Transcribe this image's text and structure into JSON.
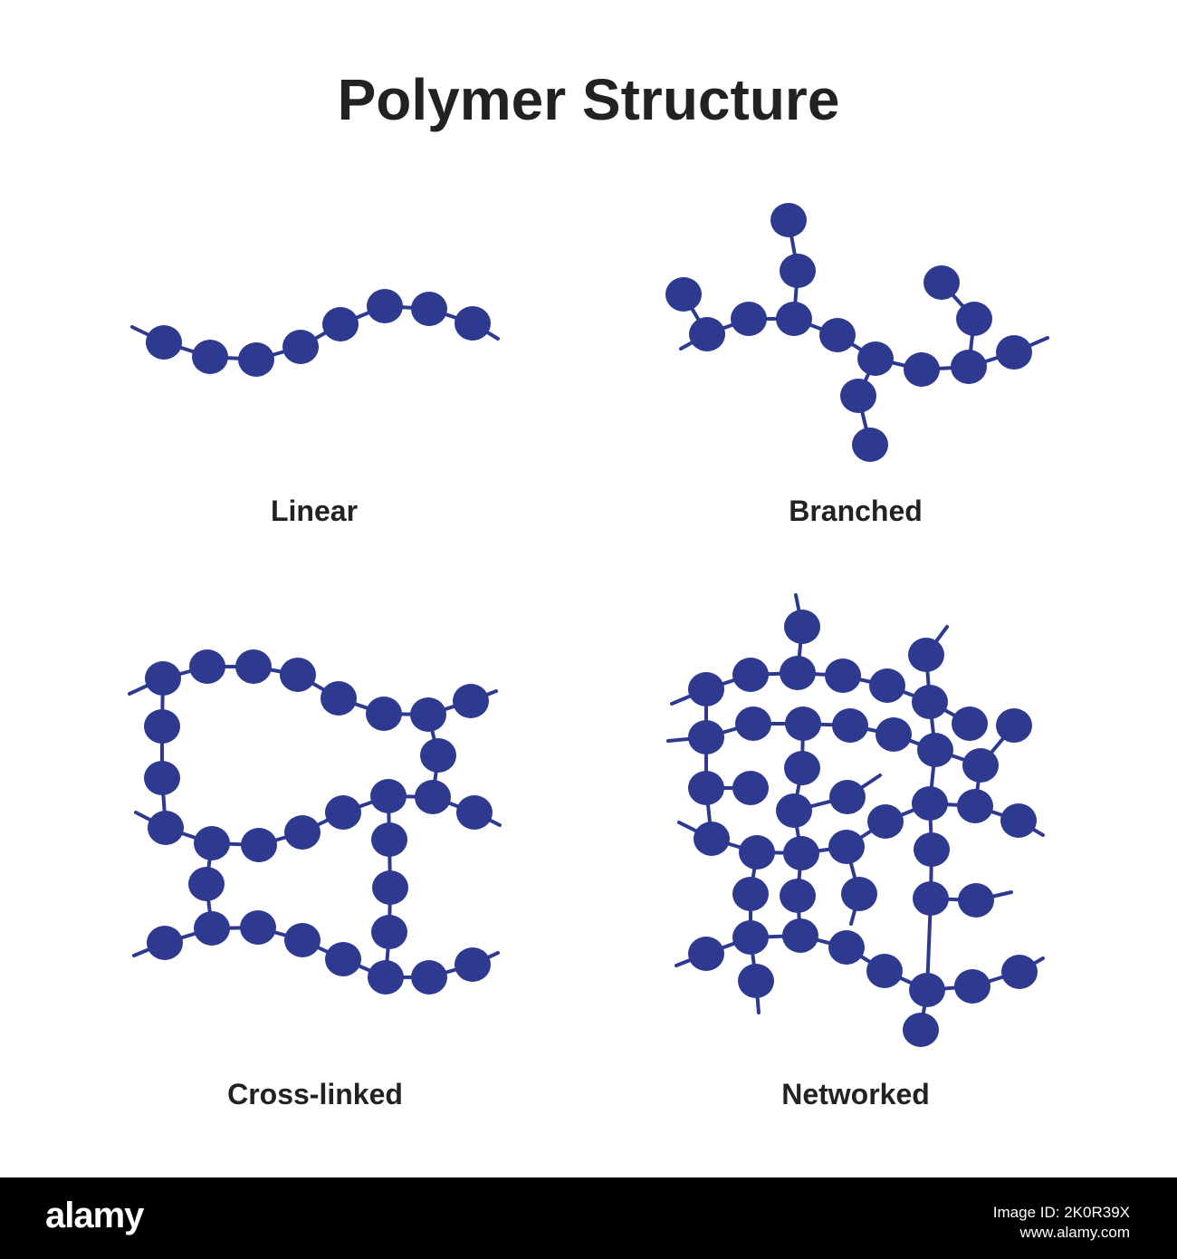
{
  "title": "Polymer Structure",
  "accent_color": "#2e3a8f",
  "panels": [
    {
      "label": "Linear"
    },
    {
      "label": "Branched"
    },
    {
      "label": "Cross-linked"
    },
    {
      "label": "Networked"
    }
  ],
  "footer": {
    "logo": "alamy",
    "image_id_line": "Image ID: 2K0R39X",
    "url": "www.alamy.com"
  }
}
